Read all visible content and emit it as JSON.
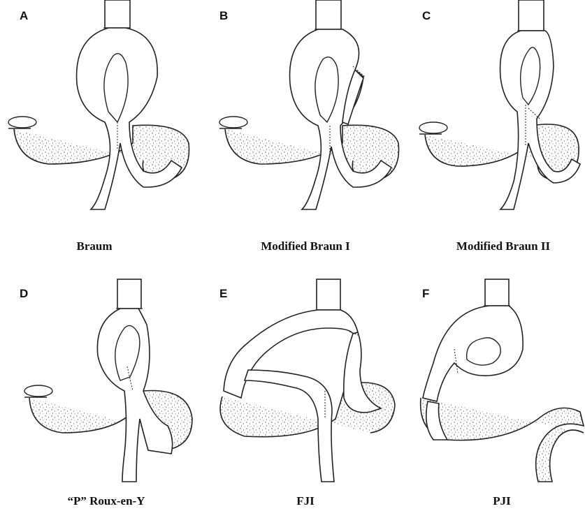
{
  "panels": [
    {
      "id": "A",
      "letter": "A",
      "caption": "Braum"
    },
    {
      "id": "B",
      "letter": "B",
      "caption": "Modified Braun I"
    },
    {
      "id": "C",
      "letter": "C",
      "caption": "Modified Braun II"
    },
    {
      "id": "D",
      "letter": "D",
      "caption": "“P” Roux-en-Y"
    },
    {
      "id": "E",
      "letter": "E",
      "caption": "FJI"
    },
    {
      "id": "F",
      "letter": "F",
      "caption": "PJI"
    }
  ],
  "colors": {
    "line": "#222222",
    "stipple": "#555555",
    "background": "#ffffff"
  }
}
